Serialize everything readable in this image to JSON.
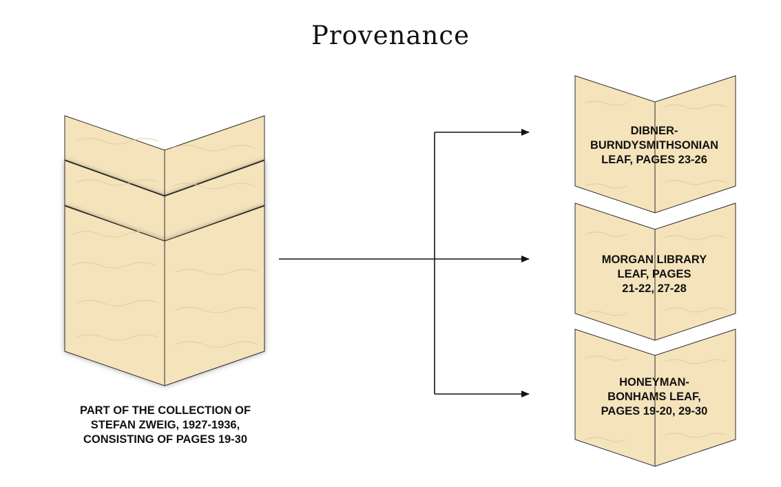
{
  "title": "Provenance",
  "source": {
    "caption_lines": [
      "PART OF THE COLLECTION OF",
      "STEFAN ZWEIG, 1927-1936,",
      "CONSISTING OF PAGES 19-30"
    ]
  },
  "leaves": [
    {
      "lines": [
        "DIBNER-",
        "BURNDYSMITHSONIAN",
        "LEAF, PAGES 23-26"
      ]
    },
    {
      "lines": [
        "MORGAN LIBRARY",
        "LEAF, PAGES",
        "21-22, 27-28"
      ]
    },
    {
      "lines": [
        "HONEYMAN-",
        "BONHAMS LEAF,",
        "PAGES 19-20, 29-30"
      ]
    }
  ],
  "colors": {
    "paper": "#f5e3bb",
    "paper_stroke": "#2a2a2a",
    "arrow": "#111111",
    "text": "#111111"
  }
}
